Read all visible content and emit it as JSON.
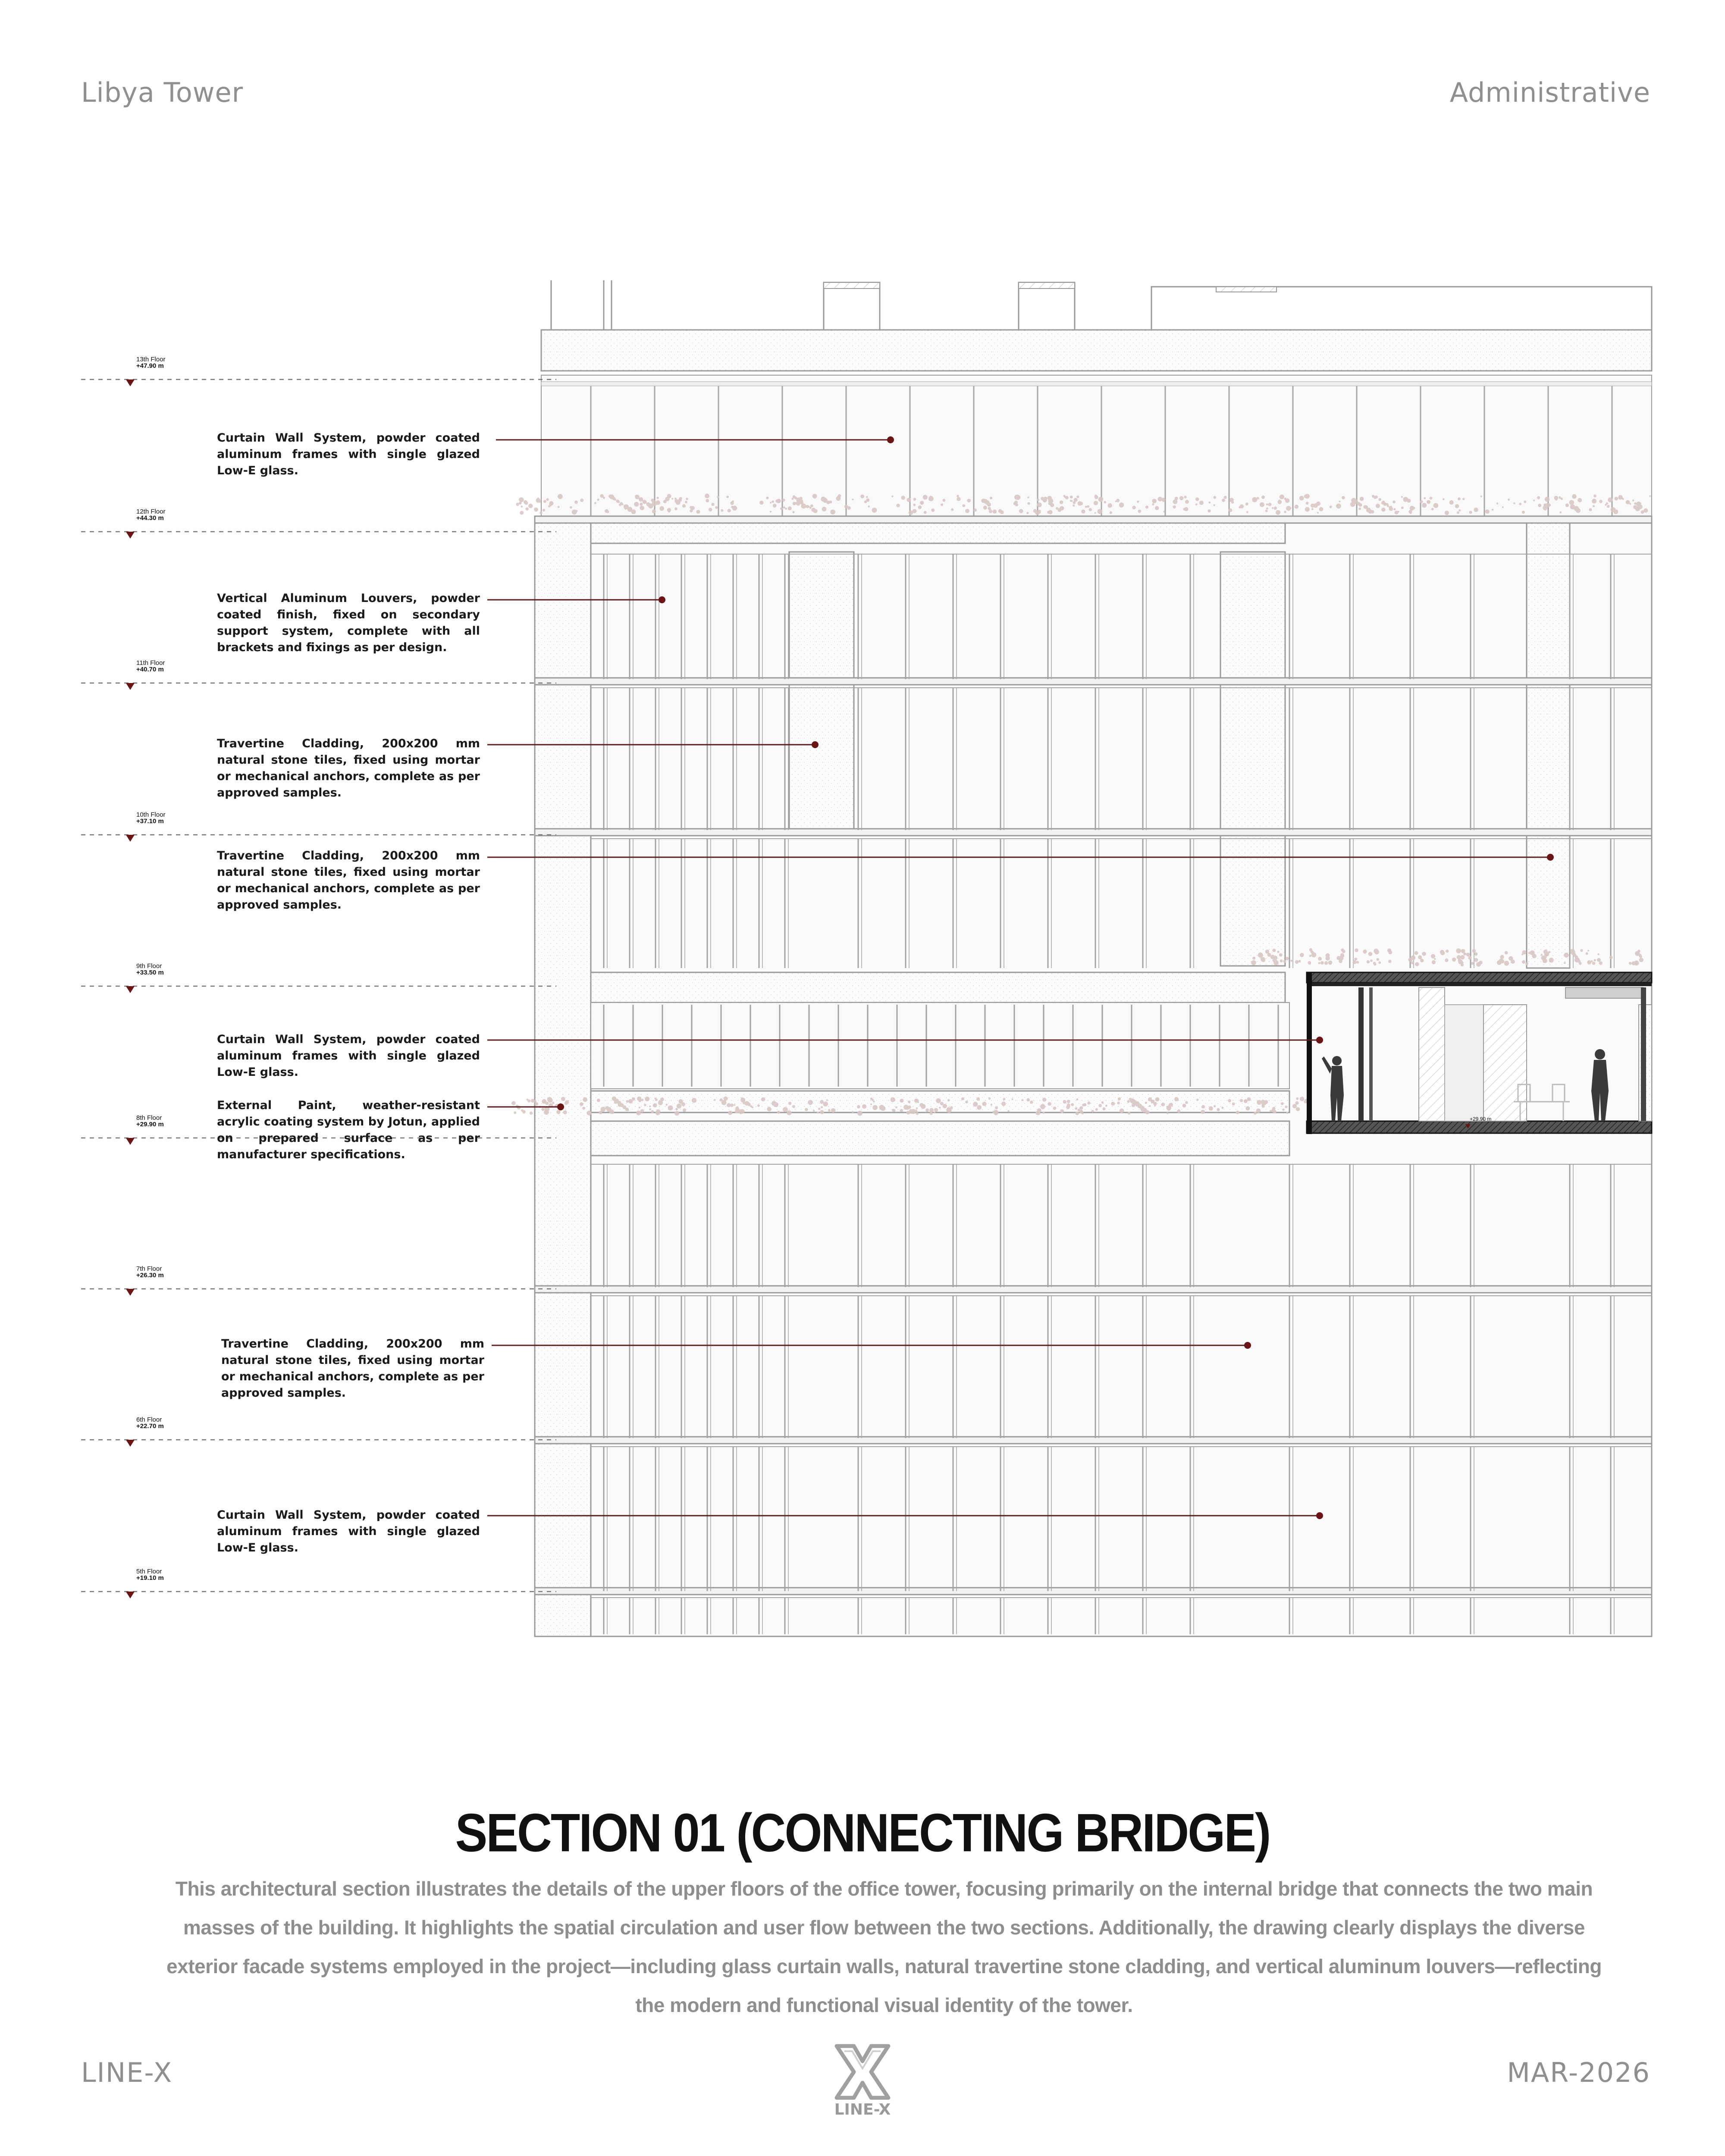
{
  "header": {
    "project": "Libya Tower",
    "category": "Administrative"
  },
  "footer": {
    "brand": "LINE-X",
    "date": "MAR-2026",
    "logo_text": "LINE-X"
  },
  "levels": [
    {
      "name": "13th Floor",
      "value": "+47.90 m"
    },
    {
      "name": "12th Floor",
      "value": "+44.30 m"
    },
    {
      "name": "11th Floor",
      "value": "+40.70 m"
    },
    {
      "name": "10th Floor",
      "value": "+37.10 m"
    },
    {
      "name": "9th Floor",
      "value": "+33.50 m"
    },
    {
      "name": "8th Floor",
      "value": "+29.90 m"
    },
    {
      "name": "7th Floor",
      "value": "+26.30 m"
    },
    {
      "name": "6th Floor",
      "value": "+22.70 m"
    },
    {
      "name": "5th Floor",
      "value": "+19.10 m"
    }
  ],
  "annotations": [
    "Curtain Wall System, powder coated aluminum frames with single glazed Low-E glass.",
    "Vertical Aluminum Louvers, powder coated finish, fixed on secondary support system, complete with all brackets and fixings as per design.",
    "Travertine Cladding, 200x200 mm natural stone tiles, fixed using mortar or mechanical anchors, complete as per approved samples.",
    "Travertine Cladding, 200x200 mm natural stone tiles, fixed using mortar or mechanical anchors, complete as per approved samples.",
    "Curtain Wall System, powder coated aluminum frames with single glazed Low-E glass.",
    "External Paint, weather-resistant acrylic coating system by Jotun, applied on prepared surface as per manufacturer specifications.",
    "Travertine Cladding, 200x200 mm natural stone tiles, fixed using mortar or mechanical anchors, complete as per approved samples.",
    "Curtain Wall System, powder coated aluminum frames with single glazed Low-E glass."
  ],
  "bridge": {
    "level_tag": "+29.90 m"
  },
  "colors": {
    "leader": "#5a1c1c",
    "marker": "#6b1414",
    "grey_text": "#8f8f8f"
  },
  "title": "SECTION 01 (CONNECTING BRIDGE)",
  "description": "This architectural section illustrates the details of the upper floors of the office tower, focusing primarily on the internal bridge that connects the two main masses of the building. It highlights the spatial circulation and user flow between the two sections. Additionally, the drawing clearly displays the diverse exterior facade systems employed in the project—including glass curtain walls, natural travertine stone cladding, and vertical aluminum louvers—reflecting the modern and functional visual identity of the tower."
}
